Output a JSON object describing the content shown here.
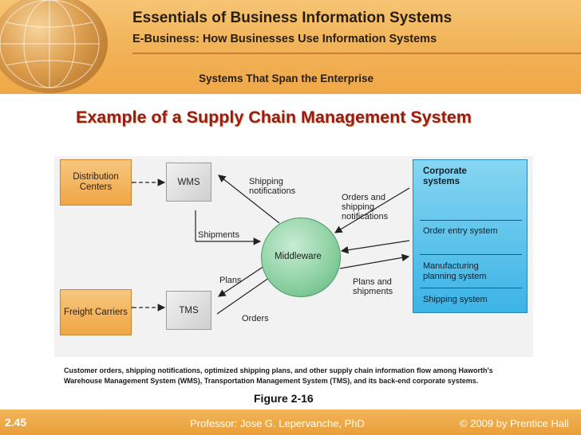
{
  "header": {
    "title": "Essentials of Business Information Systems",
    "subtitle": "E-Business: How Businesses Use Information Systems",
    "section": "Systems That Span the Enterprise"
  },
  "slide_title": "Example of a Supply Chain Management System",
  "diagram": {
    "distribution_centers": "Distribution Centers",
    "freight_carriers": "Freight Carriers",
    "wms": "WMS",
    "tms": "TMS",
    "middleware": "Middleware",
    "corporate": {
      "title": "Corporate systems",
      "items": [
        "Order entry system",
        "Manufacturing planning system",
        "Shipping system"
      ]
    },
    "labels": {
      "shipping_notifications": "Shipping notifications",
      "shipments": "Shipments",
      "plans": "Plans",
      "orders": "Orders",
      "orders_and_shipping_notifications": "Orders and shipping notifications",
      "plans_and_shipments": "Plans and shipments"
    }
  },
  "caption": "Customer orders, shipping notifications, optimized shipping plans, and other supply chain information flow among Haworth's Warehouse Management System (WMS), Transportation Management System (TMS), and its back-end corporate systems.",
  "figure_label": "Figure 2-16",
  "footer": {
    "slide_number": "2.45",
    "professor": "Professor: Jose G. Lepervanche, PhD",
    "copyright": "© 2009 by Prentice Hall"
  },
  "colors": {
    "title_red": "#9b1b14",
    "header_orange": "#f2b45a",
    "corporate_blue": "#3bb3e6",
    "middleware_green": "#8fd2a4"
  }
}
